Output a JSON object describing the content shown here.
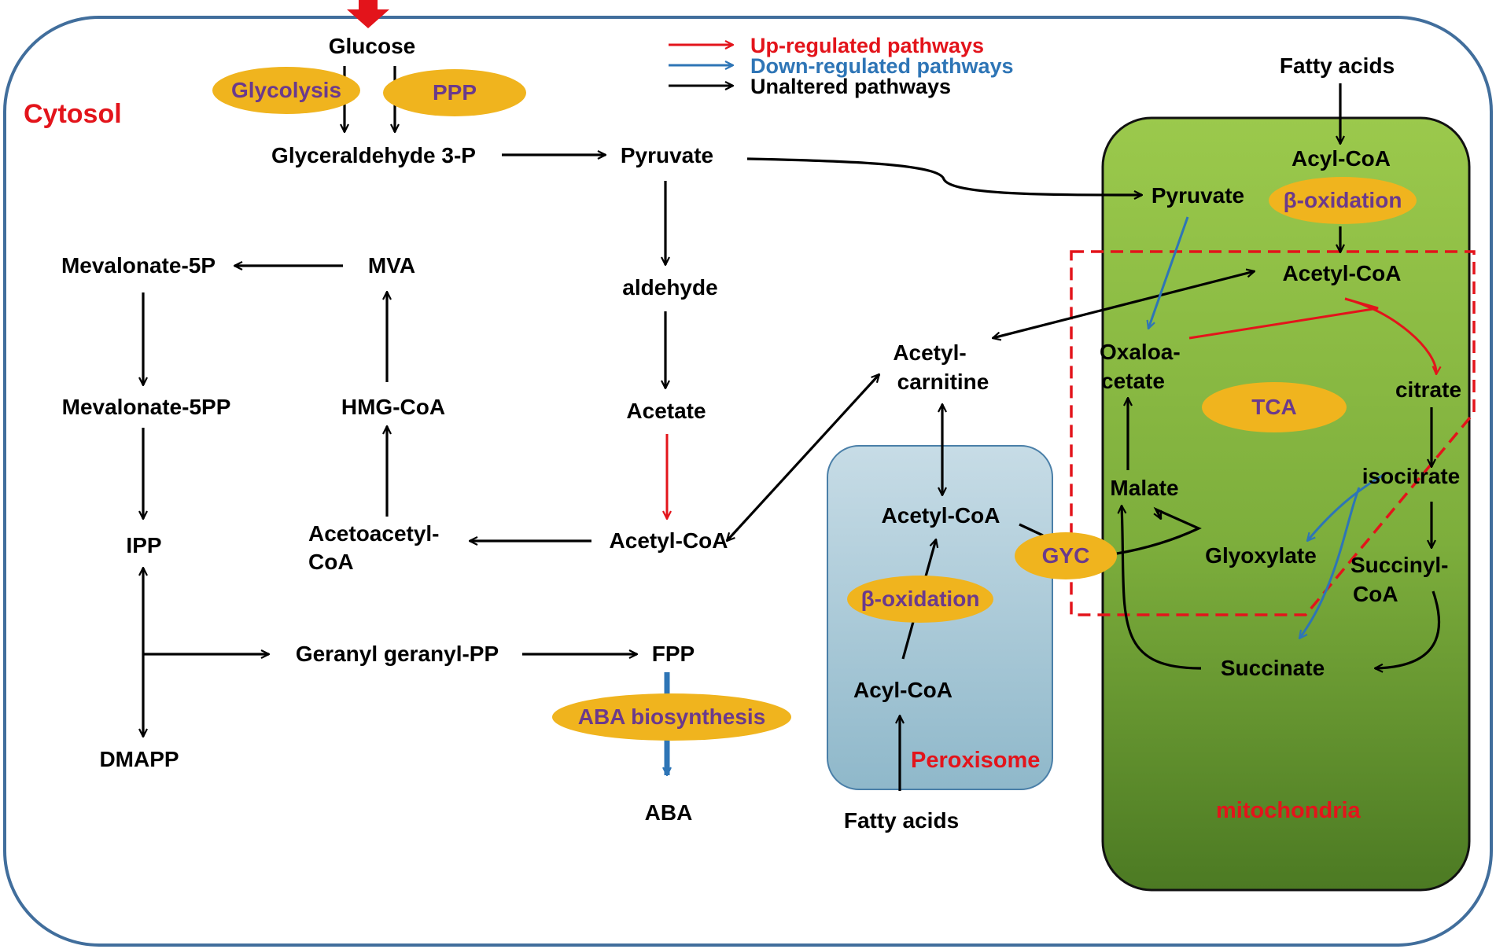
{
  "colors": {
    "up": "#E3141B",
    "down": "#2E75B6",
    "unaltered": "#000000",
    "ellipse": "#F0B41E",
    "ellipse_text": "#6B3A8C",
    "label_red": "#E3141B",
    "cytosol_border": "#416E9C",
    "peroxisome_top": "#C7DCE6",
    "peroxisome_bottom": "#8FB8CA",
    "mito_top": "#9BC94C",
    "mito_bottom": "#4C7A23"
  },
  "legend": {
    "up": "Up-regulated pathways",
    "down": "Down-regulated pathways",
    "unaltered": "Unaltered pathways"
  },
  "compartments": {
    "cytosol": "Cytosol",
    "peroxisome": "Peroxisome",
    "mitochondria": "mitochondria"
  },
  "pathways": {
    "glycolysis": "Glycolysis",
    "ppp": "PPP",
    "beta_oxidation_mito": "β-oxidation",
    "beta_oxidation_perox": "β-oxidation",
    "gyc": "GYC",
    "tca": "TCA",
    "aba_biosynthesis": "ABA biosynthesis"
  },
  "metabolites": {
    "glucose": "Glucose",
    "g3p": "Glyceraldehyde 3-P",
    "pyruvate": "Pyruvate",
    "aldehyde": "aldehyde",
    "acetate": "Acetate",
    "acetyl_coa": "Acetyl-CoA",
    "acetoacetyl_coa_1": "Acetoacetyl-",
    "acetoacetyl_coa_2": "CoA",
    "hmg_coa": "HMG-CoA",
    "mva": "MVA",
    "mevalonate_5p": "Mevalonate-5P",
    "mevalonate_5pp": "Mevalonate-5PP",
    "ipp": "IPP",
    "dmapp": "DMAPP",
    "ggpp": "Geranyl geranyl-PP",
    "fpp": "FPP",
    "aba": "ABA",
    "acetylcarnitine_1": "Acetyl-",
    "acetylcarnitine_2": "carnitine",
    "perox_acetyl_coa": "Acetyl-CoA",
    "perox_acyl_coa": "Acyl-CoA",
    "perox_fatty_acids": "Fatty acids",
    "mito_fatty_acids": "Fatty acids",
    "mito_acyl_coa": "Acyl-CoA",
    "mito_pyruvate": "Pyruvate",
    "mito_acetyl_coa": "Acetyl-CoA",
    "oxaloacetate_1": "Oxaloa-",
    "oxaloacetate_2": "cetate",
    "citrate": "citrate",
    "isocitrate": "isocitrate",
    "malate": "Malate",
    "glyoxylate": "Glyoxylate",
    "succinyl_coa_1": "Succinyl-",
    "succinyl_coa_2": "CoA",
    "succinate": "Succinate"
  }
}
